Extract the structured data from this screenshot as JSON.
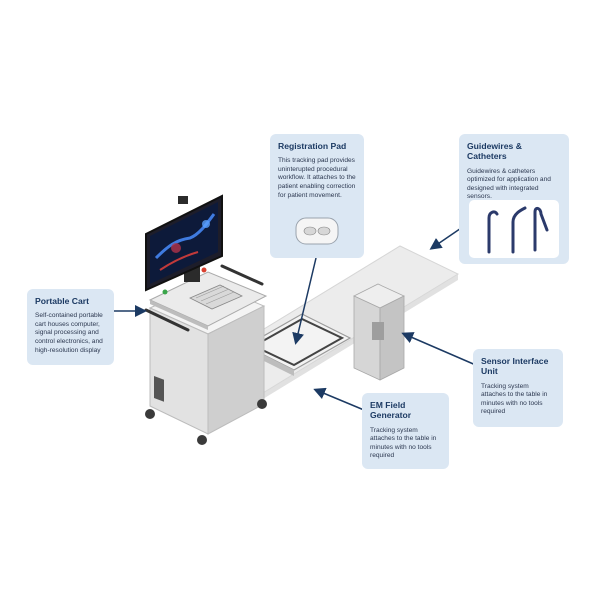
{
  "callouts": {
    "portable_cart": {
      "title": "Portable Cart",
      "body": "Self-contained portable cart houses computer, signal processing and control electronics, and high-resolution display"
    },
    "registration_pad": {
      "title": "Registration Pad",
      "body": "This tracking pad provides uninterupted procedural workflow. It attaches to the patient enabling correction for patient movement."
    },
    "guidewires": {
      "title": "Guidewires & Catheters",
      "body": "Guidewires & catheters optimized for application and designed with integrated sensors."
    },
    "sensor_unit": {
      "title": "Sensor Interface Unit",
      "body": "Tracking system attaches to the table in minutes with no tools required"
    },
    "em_field": {
      "title": "EM Field Generator",
      "body": "Tracking system attaches to the table in minutes with no tools required"
    }
  },
  "colors": {
    "callout_bg": "#dbe7f3",
    "arrow": "#1c3a63",
    "cart_body": "#e4e4e4",
    "table_glass": "#d8d8d8"
  },
  "icons": {
    "arrow": "arrow-icon",
    "monitor": "monitor-icon",
    "keyboard": "keyboard-icon"
  }
}
